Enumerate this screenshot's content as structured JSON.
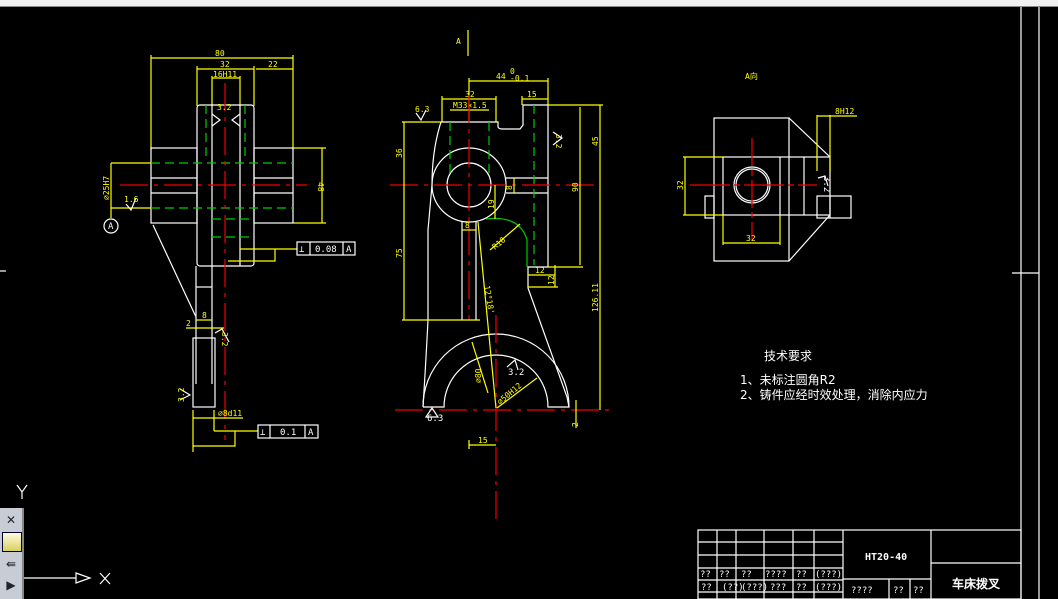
{
  "app": {
    "accent_background": "#000000",
    "dim_color": "#ffff00",
    "outline_color": "#ffffff",
    "center_color": "#ff0000",
    "hidden_color": "#00cc00"
  },
  "ucs": {
    "x_label": "X",
    "y_label": "Y"
  },
  "toolbar": {
    "icons": [
      "snap-icon",
      "layer-window-icon",
      "properties-icon",
      "play-icon"
    ]
  },
  "side_view": {
    "dim_80": "80",
    "dim_32": "32",
    "dim_22": "22",
    "dim_16h11": "16H11",
    "dim_25h7": "⌀25H7",
    "dim_48": "48",
    "rough_1": "1.6",
    "datum_a": "A",
    "tol_1": {
      "symbol": "⊥",
      "value": "0.08",
      "datum": "A"
    },
    "dim_2": "2",
    "dim_8": "8",
    "dim_8d11": "⌀8d11",
    "tol_2": {
      "symbol": "⊥",
      "value": "0.1",
      "datum": "A"
    },
    "rough_2": "3.2",
    "rough_3": "3.2",
    "rough_4": "3.2"
  },
  "front_view": {
    "view_label": "A",
    "dim_44": "44",
    "dim_44_tol_upper": "0",
    "dim_44_tol_lower": "-0.1",
    "dim_32": "32",
    "dim_15_top": "15",
    "thread": "M33×1.5",
    "rough_top": "6.3",
    "dim_36": "36",
    "dim_75": "75",
    "dim_45": "45",
    "dim_90": "90",
    "dim_8": "8",
    "dim_19": "19",
    "dim_8b": "8",
    "r10": "R10",
    "dim_12": "12",
    "dim_12b": "12",
    "dim_126": "126.11",
    "angle": "12°18'",
    "r_inner": "⌀80",
    "r_outer": "⌀50H12",
    "rough_bottom": "6.3",
    "rough_right": "3.2",
    "rough_arc": "3.2",
    "dim_2": "2",
    "dim_15_bottom": "15"
  },
  "a_view": {
    "title": "A向",
    "dim_8h12": "8H12",
    "dim_32_v": "32",
    "dim_32_h": "32",
    "rough": "3.2"
  },
  "notes": {
    "title": "技术要求",
    "items": [
      "1、未标注圆角R2",
      "2、铸件应经时效处理，消除内应力"
    ]
  },
  "title_block": {
    "material": "HT20-40",
    "part_name": "车床拨叉",
    "row4": [
      "??",
      "??",
      "??",
      "????",
      "??",
      "(???)"
    ],
    "row5": [
      "??",
      "(??)",
      "(???)",
      "???",
      "??",
      "(???)"
    ],
    "bottom_cells": [
      "????",
      "??",
      "??"
    ]
  }
}
